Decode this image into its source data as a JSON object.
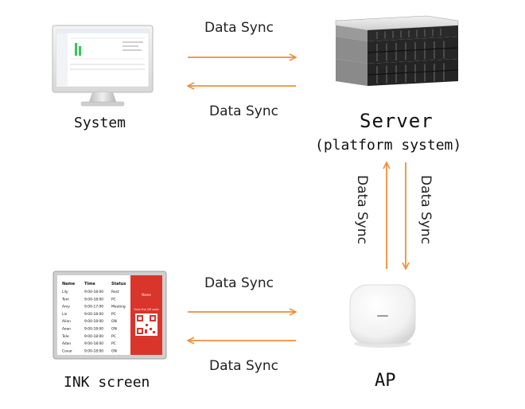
{
  "labels": {
    "system": "System",
    "server": "Server",
    "server_sub": "(platform system)",
    "ink_screen": "INK screen",
    "ap": "AP"
  },
  "arrows": {
    "top_right": "Data Sync",
    "top_left": "Data Sync",
    "vert_up": "Data Sync",
    "vert_down": "Data Sync",
    "bottom_right": "Data Sync",
    "bottom_left": "Data Sync"
  },
  "ink_table": {
    "headers": [
      "Name",
      "Time",
      "Status"
    ],
    "rows": [
      [
        "Lily",
        "9:00-18:00",
        "Rest"
      ],
      [
        "Tom",
        "9:00-18:00",
        "PC"
      ],
      [
        "Amy",
        "9:00-17:00",
        "Meeting"
      ],
      [
        "Lin",
        "9:00-18:00",
        "PC"
      ],
      [
        "Alion",
        "9:00-18:00",
        "ON"
      ],
      [
        "Aoan",
        "9:00-18:00",
        "ON"
      ],
      [
        "Tele",
        "9:00-18:00",
        "PC"
      ],
      [
        "Adan",
        "9:00-18:00",
        "PC"
      ],
      [
        "Covar",
        "9:00-18:00",
        "ON"
      ]
    ]
  },
  "colors": {
    "arrow": "#ef8f3a",
    "ink_panel": "#d9352a"
  },
  "icons": {
    "system": "monitor-icon",
    "server": "server-rack-icon",
    "ink_screen": "eink-display-icon",
    "ap": "access-point-icon"
  }
}
